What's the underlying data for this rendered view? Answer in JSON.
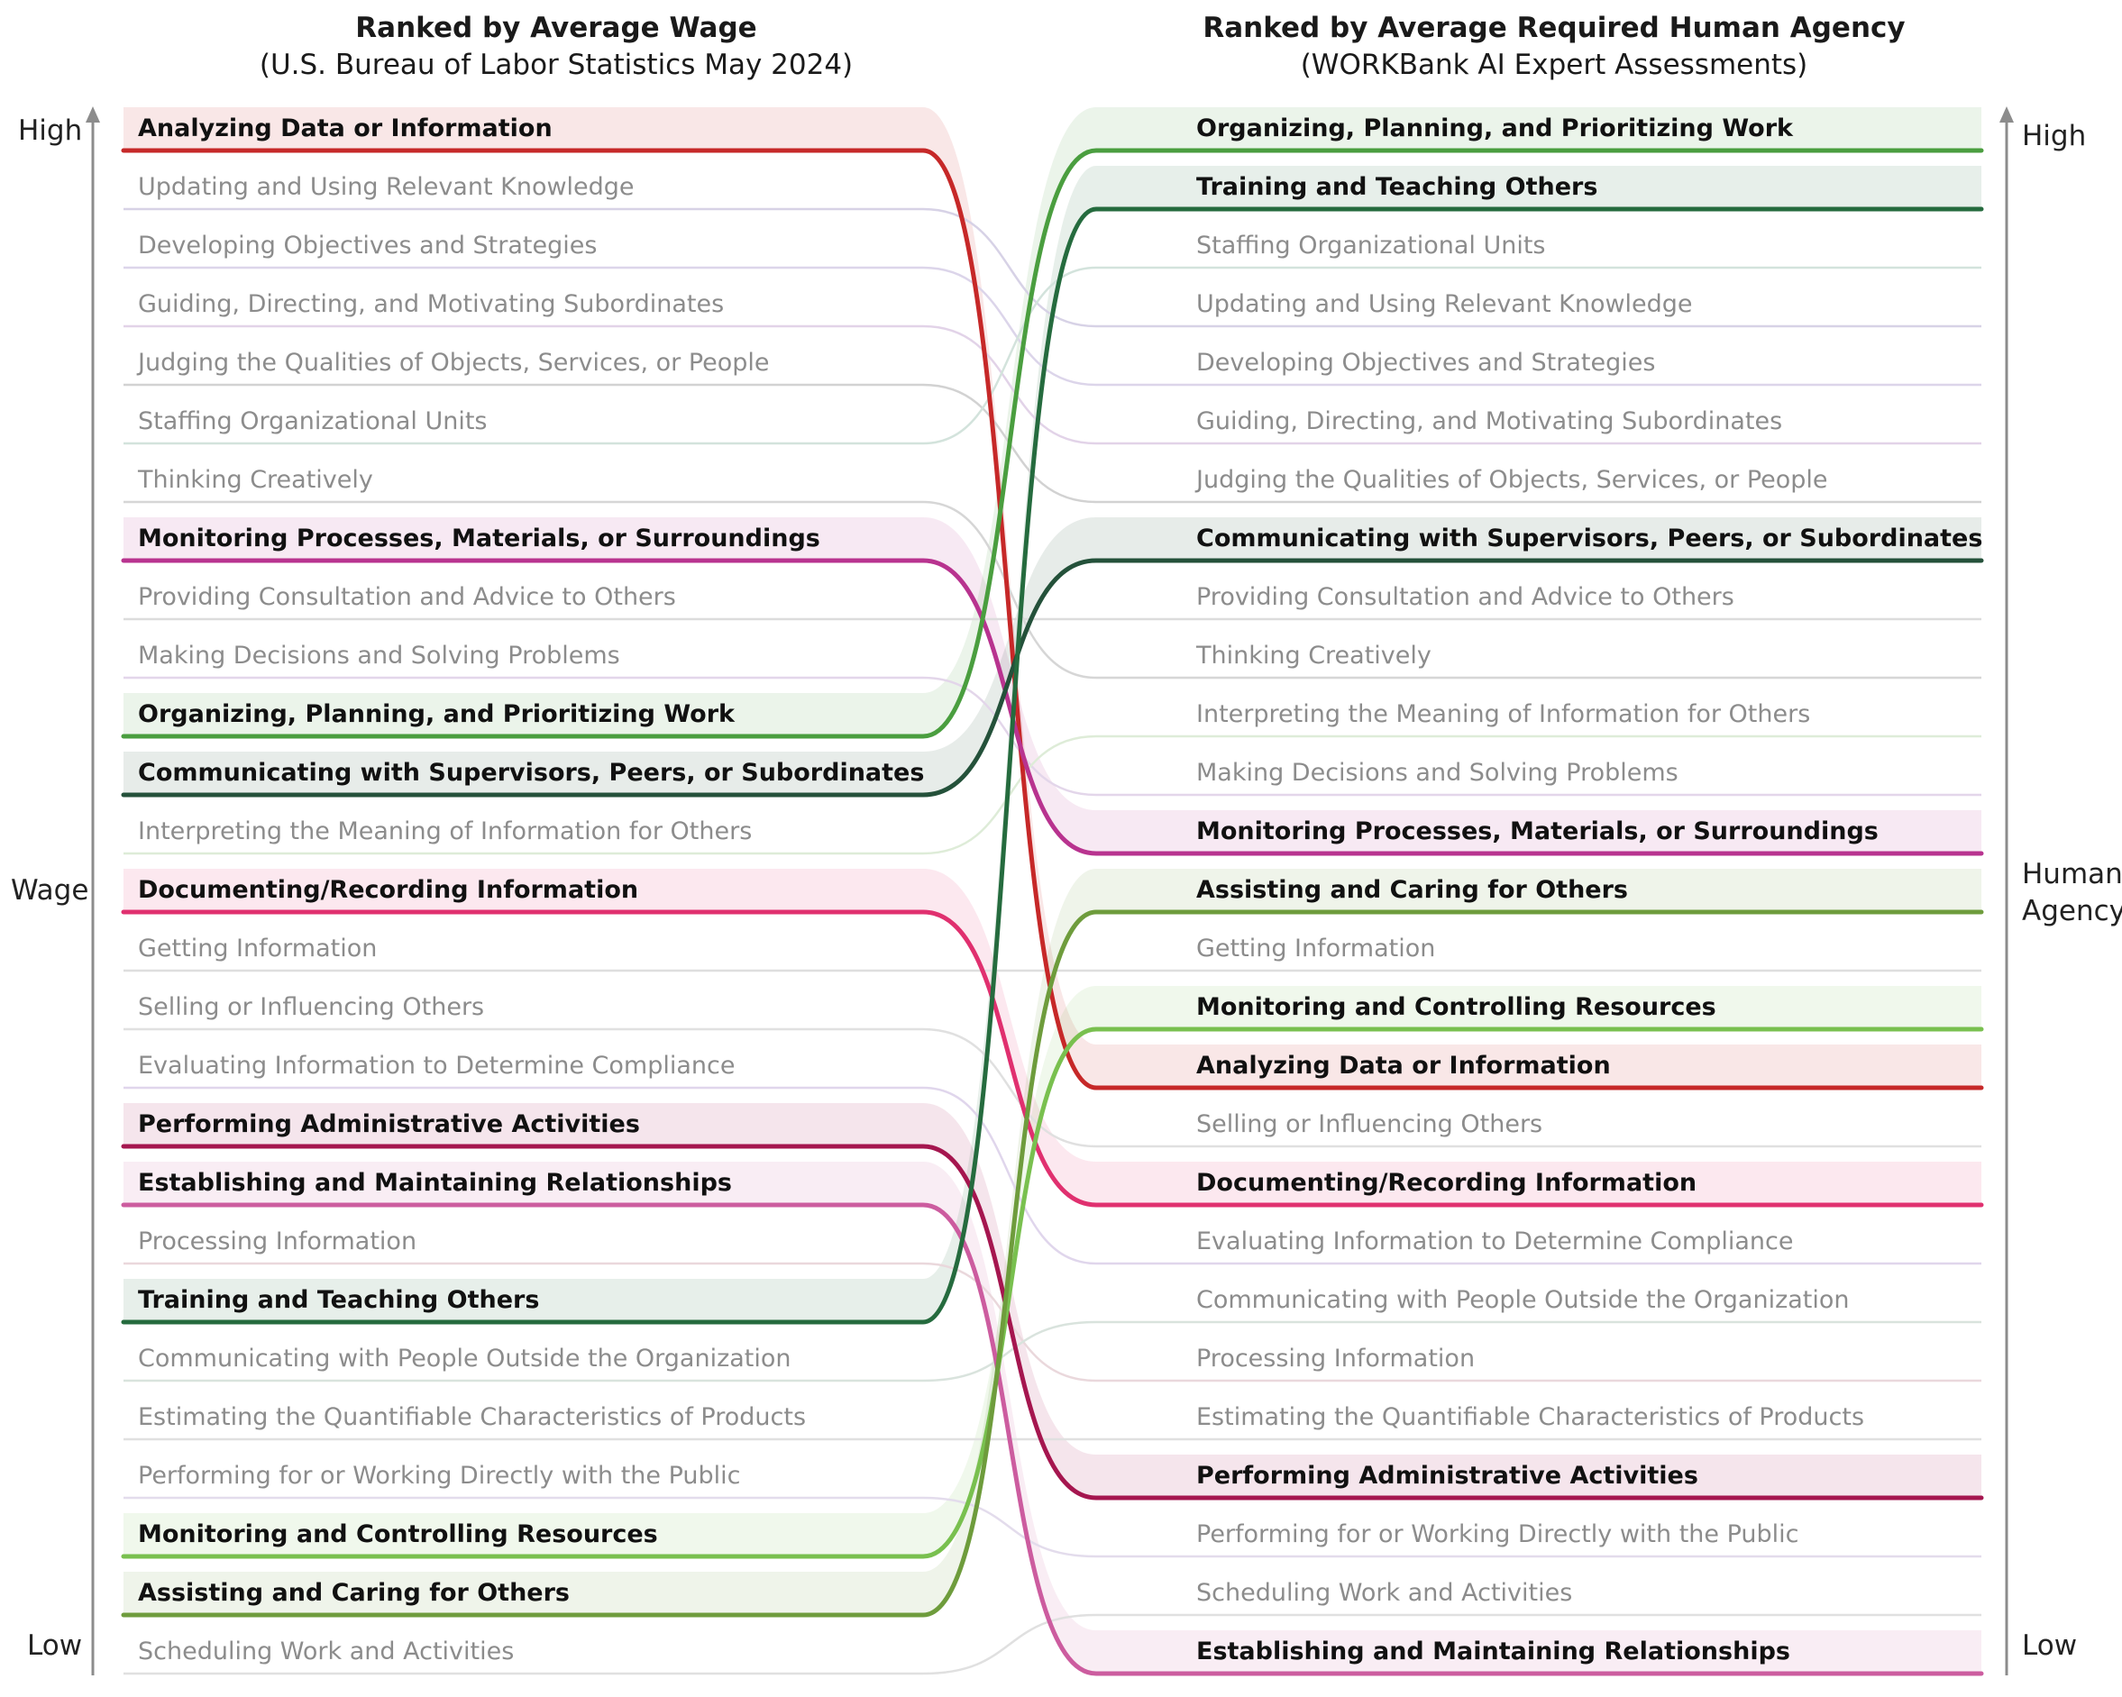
{
  "headers": {
    "left_title": "Ranked by Average Wage",
    "left_subtitle": "(U.S. Bureau of Labor Statistics May 2024)",
    "right_title": "Ranked by Average Required Human Agency",
    "right_subtitle": "(WORKBank AI Expert Assessments)"
  },
  "axes": {
    "left": {
      "label": "Wage",
      "high": "High",
      "low": "Low"
    },
    "right": {
      "label_line1": "Human",
      "label_line2": "Agency",
      "high": "High",
      "low": "Low"
    }
  },
  "left_rank": [
    "Analyzing Data or Information",
    "Updating and Using Relevant Knowledge",
    "Developing Objectives and Strategies",
    "Guiding, Directing, and Motivating Subordinates",
    "Judging the Qualities of Objects, Services, or People",
    "Staffing Organizational Units",
    "Thinking Creatively",
    "Monitoring Processes, Materials, or Surroundings",
    "Providing Consultation and Advice to Others",
    "Making Decisions and Solving Problems",
    "Organizing, Planning, and Prioritizing Work",
    "Communicating with Supervisors, Peers, or Subordinates",
    "Interpreting the Meaning of Information for Others",
    "Documenting/Recording Information",
    "Getting Information",
    "Selling or Influencing Others",
    "Evaluating Information to Determine Compliance",
    "Performing Administrative Activities",
    "Establishing and Maintaining Relationships",
    "Processing Information",
    "Training and Teaching Others",
    "Communicating with People Outside the Organization",
    "Estimating the Quantifiable Characteristics of Products",
    "Performing for or Working Directly with the Public",
    "Monitoring and Controlling Resources",
    "Assisting and Caring for Others",
    "Scheduling Work and Activities"
  ],
  "right_rank": [
    "Organizing, Planning, and Prioritizing Work",
    "Training and Teaching Others",
    "Staffing Organizational Units",
    "Updating and Using Relevant Knowledge",
    "Developing Objectives and Strategies",
    "Guiding, Directing, and Motivating Subordinates",
    "Judging the Qualities of Objects, Services, or People",
    "Communicating with Supervisors, Peers, or Subordinates",
    "Providing Consultation and Advice to Others",
    "Thinking Creatively",
    "Interpreting the Meaning of Information for Others",
    "Making Decisions and Solving Problems",
    "Monitoring Processes, Materials, or Surroundings",
    "Assisting and Caring for Others",
    "Getting Information",
    "Monitoring and Controlling Resources",
    "Analyzing Data or Information",
    "Selling or Influencing Others",
    "Documenting/Recording Information",
    "Evaluating Information to Determine Compliance",
    "Communicating with People Outside the Organization",
    "Processing Information",
    "Estimating the Quantifiable Characteristics of Products",
    "Performing Administrative Activities",
    "Performing for or Working Directly with the Public",
    "Scheduling Work and Activities",
    "Establishing and Maintaining Relationships"
  ],
  "highlighted": {
    "Analyzing Data or Information": "#c62828",
    "Monitoring Processes, Materials, or Surroundings": "#b8338f",
    "Organizing, Planning, and Prioritizing Work": "#4a9e3f",
    "Communicating with Supervisors, Peers, or Subordinates": "#24513a",
    "Documenting/Recording Information": "#e0306f",
    "Performing Administrative Activities": "#a5164f",
    "Establishing and Maintaining Relationships": "#cc5c9f",
    "Training and Teaching Others": "#256b3e",
    "Monitoring and Controlling Resources": "#79c04f",
    "Assisting and Caring for Others": "#6e9c3c"
  },
  "muted_line_colors": {
    "Updating and Using Relevant Knowledge": "#d7d2e6",
    "Developing Objectives and Strategies": "#dcd5ea",
    "Guiding, Directing, and Motivating Subordinates": "#e2d3e8",
    "Judging the Qualities of Objects, Services, or People": "#d2d2d2",
    "Staffing Organizational Units": "#d3e3dc",
    "Thinking Creatively": "#d6d6d6",
    "Providing Consultation and Advice to Others": "#dcdcdc",
    "Making Decisions and Solving Problems": "#e3d6ea",
    "Interpreting the Meaning of Information for Others": "#deecd8",
    "Getting Information": "#dedede",
    "Selling or Influencing Others": "#e0e0e0",
    "Evaluating Information to Determine Compliance": "#e0d6ec",
    "Processing Information": "#ead8dc",
    "Communicating with People Outside the Organization": "#d9e3dd",
    "Estimating the Quantifiable Characteristics of Products": "#e0e0e0",
    "Performing for or Working Directly with the Public": "#e3dcec",
    "Scheduling Work and Activities": "#e0e0e0"
  },
  "colors": {
    "axis": "#8c8c8c",
    "muted_text": "#8c8c8c",
    "highlight_text": "#111111"
  }
}
